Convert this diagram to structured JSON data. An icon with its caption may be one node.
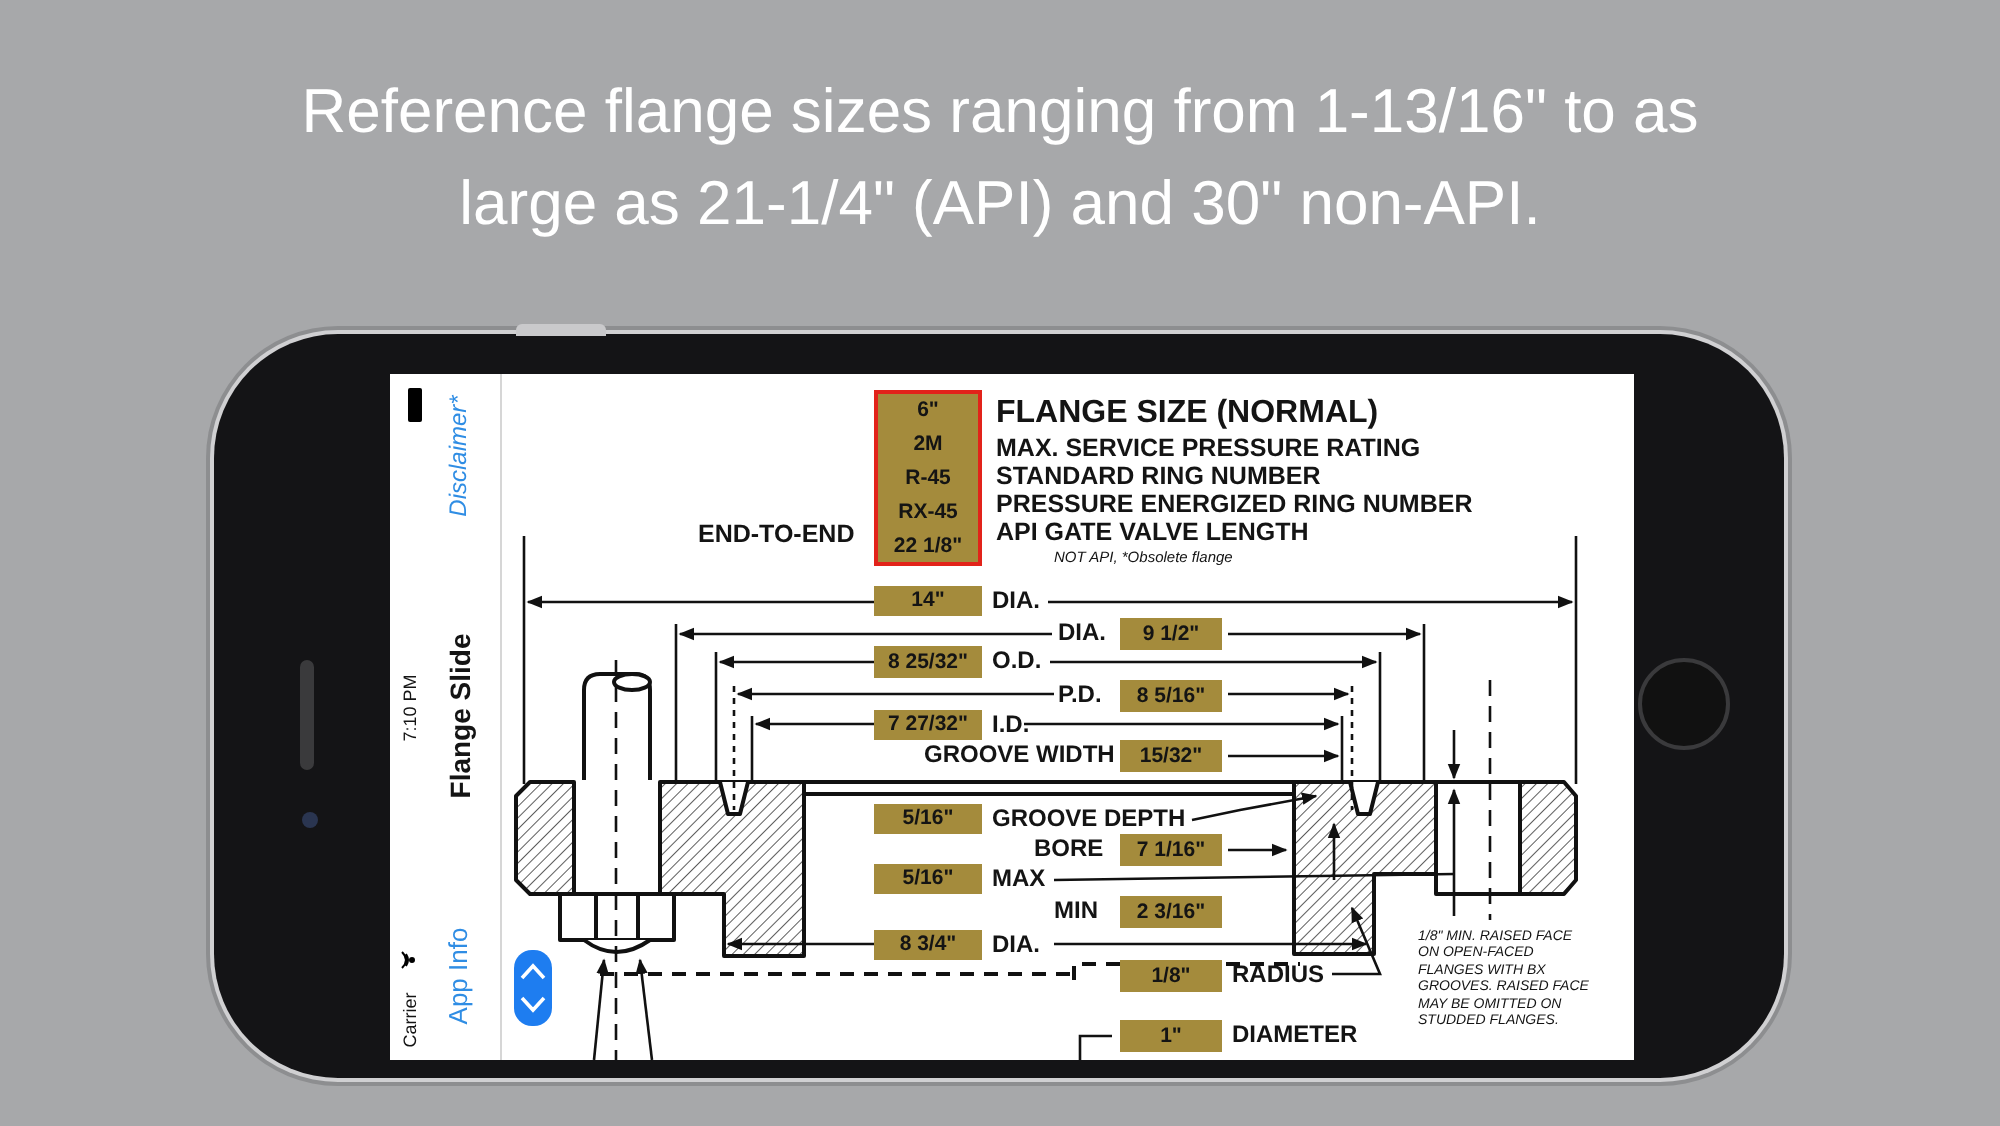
{
  "diagram": {
    "title": "Reference flange sizes ranging from 1-13/16\" to as large as 21-1/4\" (API) and 30\" non-API.",
    "nodes": [
      {
        "text": [
          "6\"",
          "2M",
          "R-45",
          "RX-45",
          "22 1/8\""
        ]
      },
      {
        "text": [
          "14\""
        ]
      },
      {
        "text": [
          "9 1/2\""
        ]
      },
      {
        "text": [
          "8 25/32\""
        ]
      },
      {
        "text": [
          "8 5/16\""
        ]
      },
      {
        "text": [
          "7 27/32\""
        ]
      },
      {
        "text": [
          "15/32\""
        ]
      },
      {
        "text": [
          "5/16\""
        ]
      },
      {
        "text": [
          "7 1/16\""
        ]
      },
      {
        "text": [
          "5/16\""
        ]
      },
      {
        "text": [
          "2 3/16\""
        ]
      },
      {
        "text": [
          "8 3/4\""
        ]
      },
      {
        "text": [
          "1/8\""
        ]
      },
      {
        "text": [
          "1\""
        ]
      }
    ],
    "labels": [
      "Disclaimer*",
      "Flange Slide",
      "7:10 PM",
      "Carrier",
      "App Info",
      "FLANGE SIZE (NORMAL)",
      "MAX. SERVICE PRESSURE RATING",
      "STANDARD RING NUMBER",
      "PRESSURE ENERGIZED RING NUMBER",
      "END-TO-END",
      "API GATE VALVE LENGTH",
      "NOT API, *Obsolete flange",
      "DIA.",
      "DIA.",
      "O.D.",
      "P.D.",
      "I.D.",
      "GROOVE WIDTH",
      "GROOVE DEPTH",
      "BORE",
      "MAX",
      "MIN",
      "DIA.",
      "1/8\" MIN. RAISED FACE ON OPEN-FACED FLANGES WITH BX GROOVES. RAISED FACE MAY BE OMITTED ON STUDDED FLANGES.",
      "RADIUS",
      "DIAMETER"
    ]
  }
}
